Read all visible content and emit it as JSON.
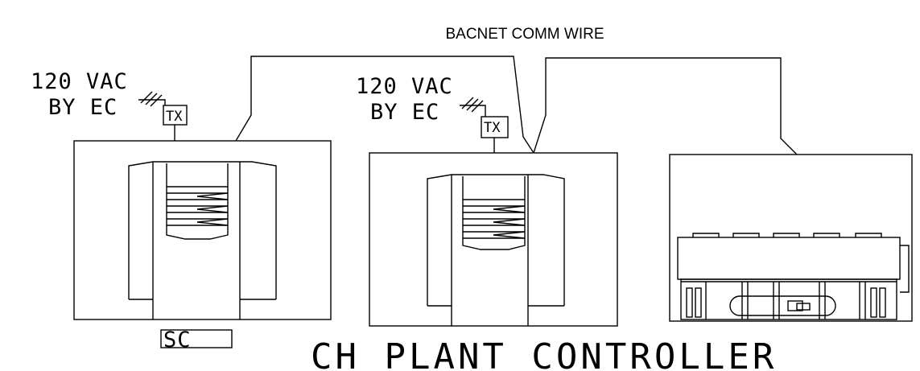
{
  "diagram": {
    "wire_label": "BACNET COMM WIRE",
    "title": "CH PLANT CONTROLLER",
    "power_left": {
      "line1": "120 VAC",
      "line2": "BY EC"
    },
    "power_mid": {
      "line1": "120 VAC",
      "line2": "BY EC"
    },
    "transformer_left": "TX",
    "transformer_mid": "TX",
    "sc_label": "SC"
  }
}
